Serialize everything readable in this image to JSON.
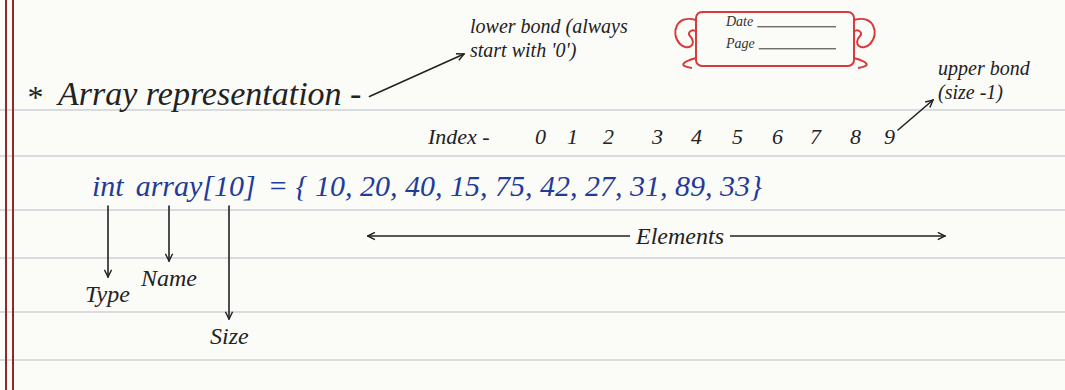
{
  "diagram": {
    "title": "Array representation -",
    "nodes": [
      {
        "text": [
          "Date",
          "Page"
        ]
      }
    ],
    "labels": [
      "*",
      "lower bond (always start with '0')",
      "upper bond (size -1)",
      "Index -",
      "0",
      "1",
      "2",
      "3",
      "4",
      "5",
      "6",
      "7",
      "8",
      "9",
      "int",
      "array",
      "[10]",
      "= { 10, 20, 40, 15, 75, 42, 27, 31, 89, 33}",
      "Elements",
      "Type",
      "Name",
      "Size"
    ]
  }
}
